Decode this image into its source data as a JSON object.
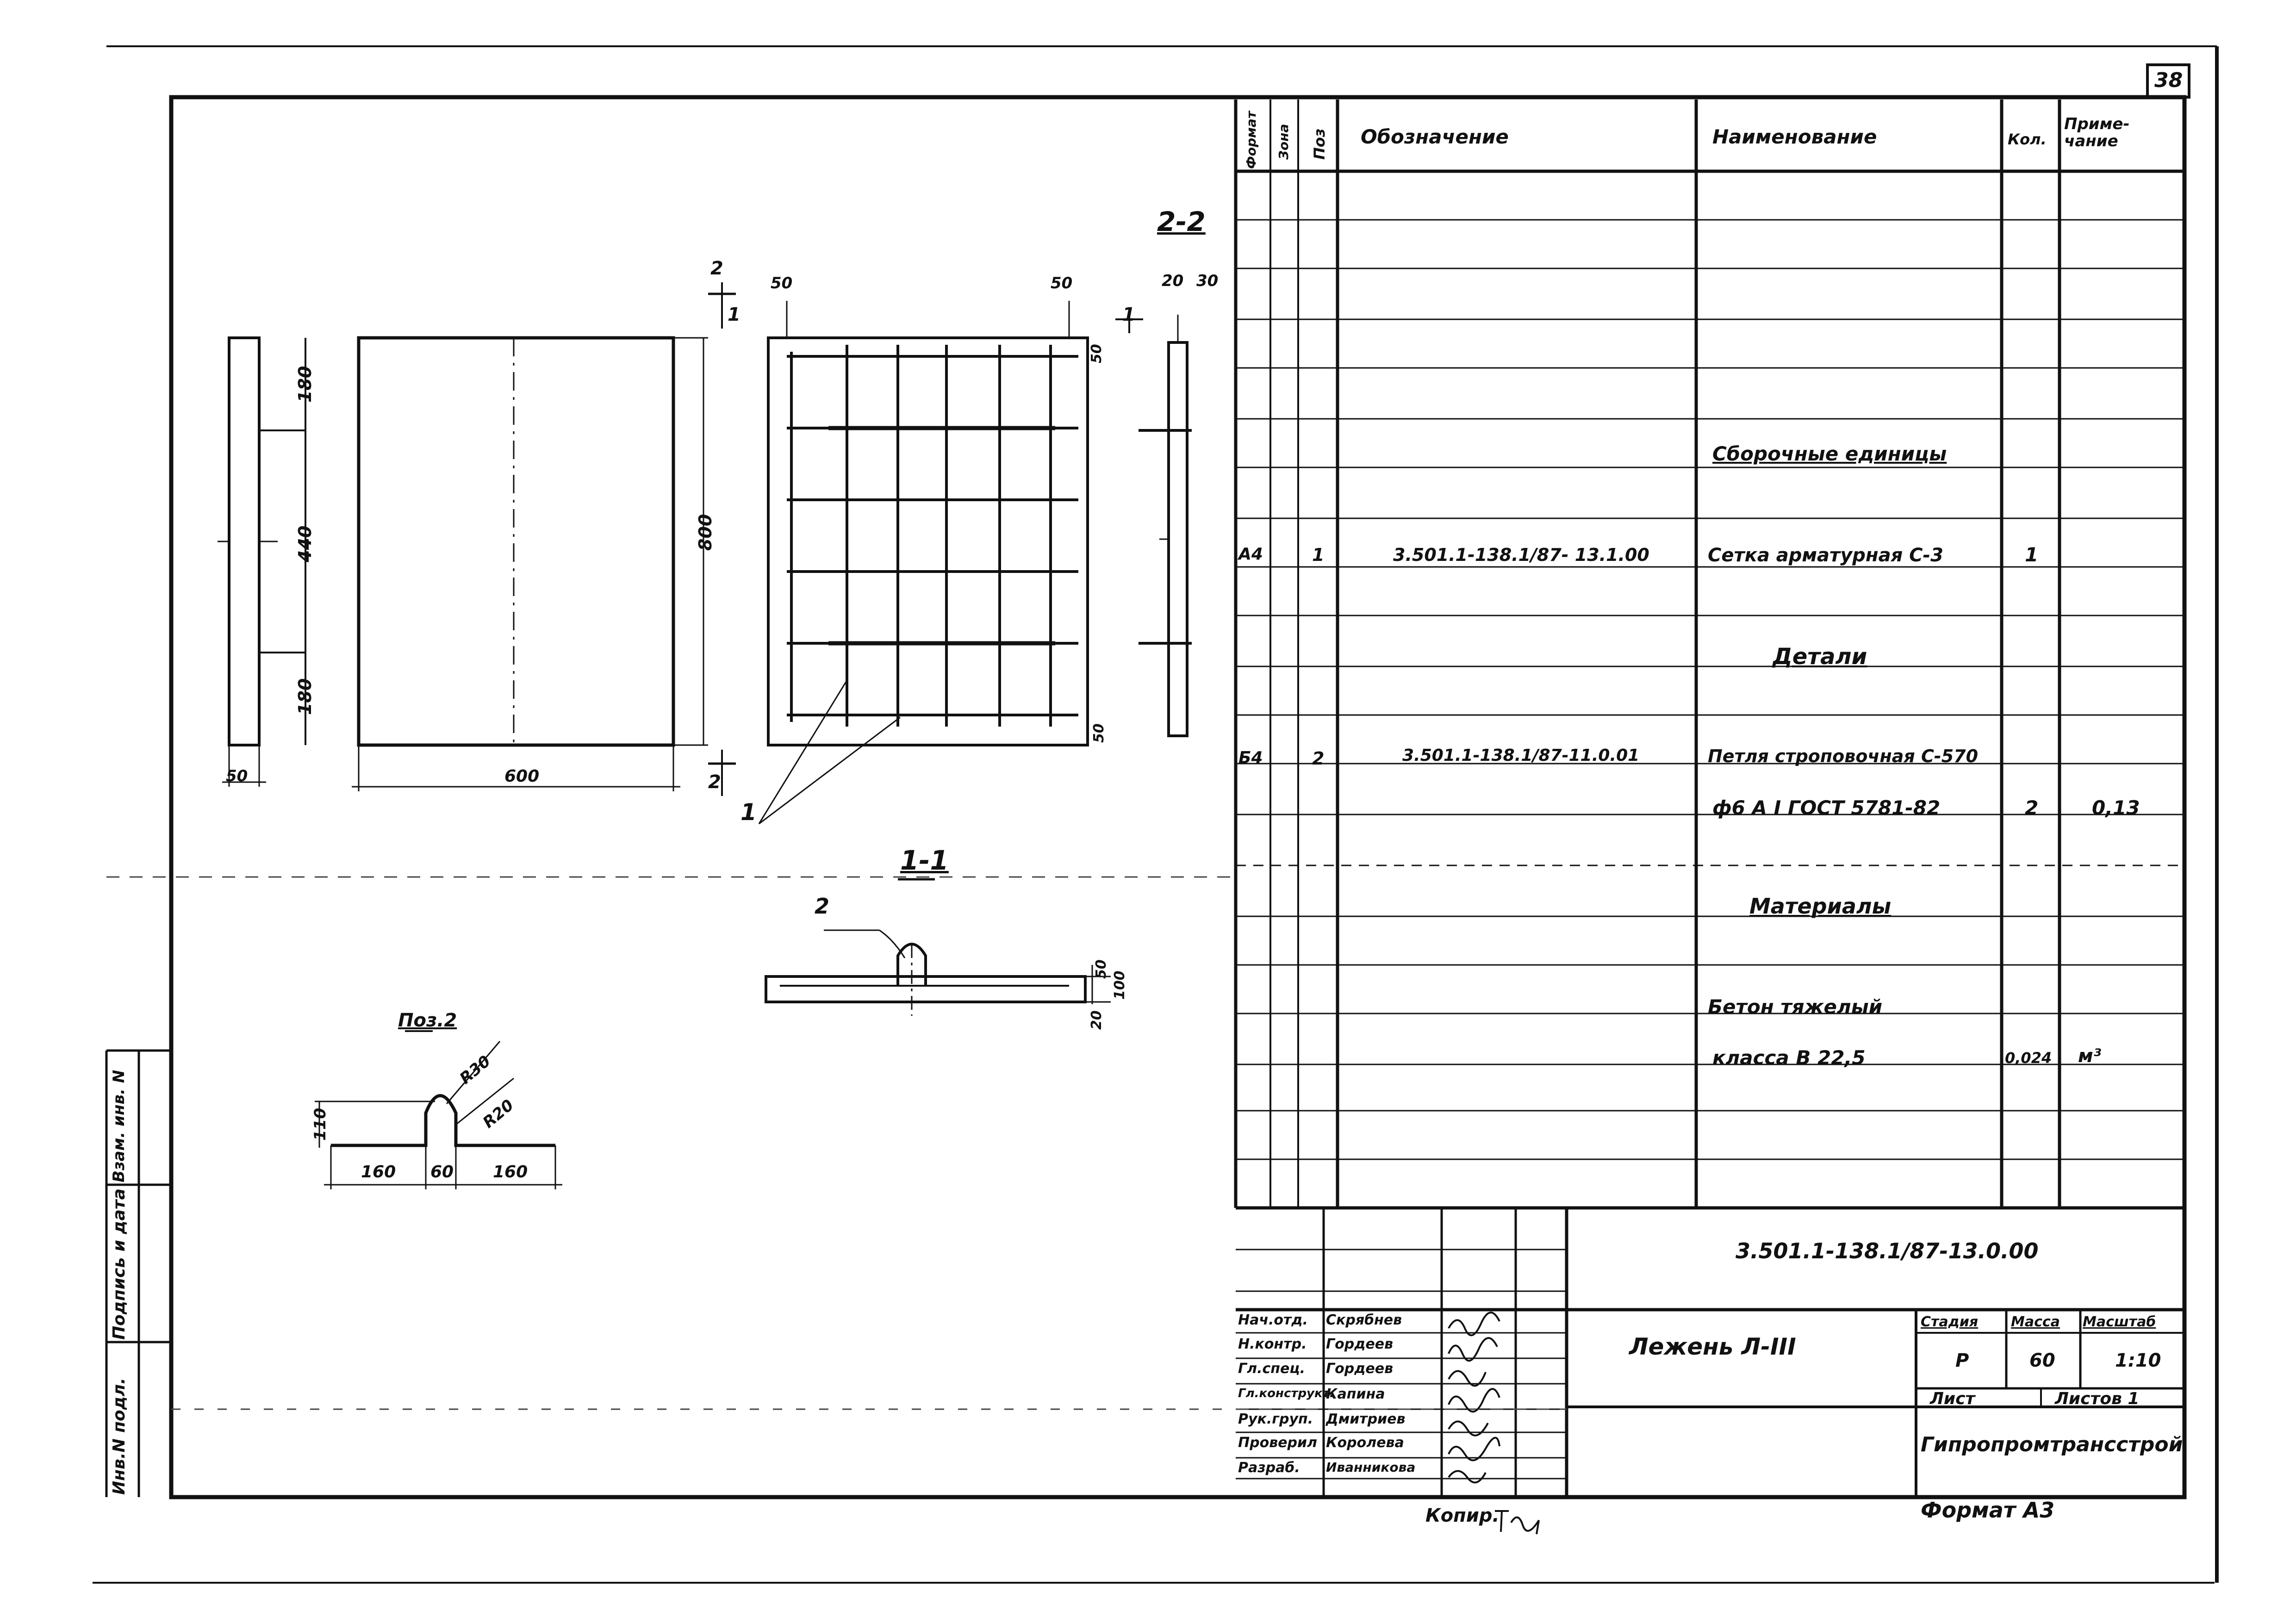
{
  "sheet_number": "38",
  "spec_table": {
    "headers": {
      "format": "Формат",
      "zone": "Зона",
      "pos": "Поз",
      "designation": "Обозначение",
      "name": "Наименование",
      "qty": "Кол.",
      "note": "Приме-\nчание"
    },
    "sections": {
      "assembly": "Сборочные единицы",
      "details": "Детали",
      "materials": "Материалы"
    },
    "rows": [
      {
        "format": "А4",
        "pos": "1",
        "designation": "3.501.1-138.1/87- 13.1.00",
        "name": "Сетка арматурная С-3",
        "qty": "1",
        "note": ""
      },
      {
        "format": "Б4",
        "pos": "2",
        "designation": "3.501.1-138.1/87-11.0.01",
        "name": "Петля строповочная С-570",
        "qty": "",
        "note": ""
      },
      {
        "format": "",
        "pos": "",
        "designation": "",
        "name": "ф6 А I ГОСТ 5781-82",
        "qty": "2",
        "note": "0,13"
      },
      {
        "format": "",
        "pos": "",
        "designation": "",
        "name": "Бетон тяжелый",
        "qty": "",
        "note": ""
      },
      {
        "format": "",
        "pos": "",
        "designation": "",
        "name": "класса В 22,5",
        "qty": "0,024",
        "note": "м³"
      }
    ]
  },
  "title_block": {
    "doc_code": "3.501.1-138.1/87-13.0.00",
    "title": "Лежень Л-III",
    "stage_label": "Стадия",
    "mass_label": "Масса",
    "scale_label": "Масштаб",
    "stage": "Р",
    "mass": "60",
    "scale": "1:10",
    "sheet_label": "Лист",
    "sheets_label": "Листов 1",
    "organization": "Гипропромтрансстрой",
    "signatures": [
      {
        "role": "Нач.отд.",
        "name": "Скрябнев"
      },
      {
        "role": "Н.контр.",
        "name": "Гордеев"
      },
      {
        "role": "Гл.спец.",
        "name": "Гордеев"
      },
      {
        "role": "Гл.конструкт.",
        "name": "Капина"
      },
      {
        "role": "Рук.груп.",
        "name": "Дмитриев"
      },
      {
        "role": "Проверил",
        "name": "Королева"
      },
      {
        "role": "Разраб.",
        "name": "Иванникова"
      }
    ]
  },
  "copied_label": "Копир.",
  "format_label": "Формат А3",
  "side_stamp": {
    "inv_no": "Инв.N подл.",
    "sign_date": "Подпись и дата",
    "replaces_inv": "Взам. инв. N"
  },
  "drawing": {
    "sections": {
      "s22": "2-2",
      "s11": "1-1"
    },
    "pos2_label": "Поз.2",
    "callout_mesh": "1",
    "callout_loop": "2",
    "dims": {
      "d180a": "180",
      "d440": "440",
      "d180b": "180",
      "d800": "800",
      "d600": "600",
      "d50": "50",
      "d50a": "50",
      "d50b": "50",
      "d50c": "50",
      "d50d": "50",
      "d20a": "20",
      "d30a": "30",
      "d50e": "50",
      "d100": "100",
      "d20b": "20",
      "d110": "110",
      "d160a": "160",
      "d60": "60",
      "d160b": "160",
      "dR30": "R30",
      "dR20": "R20"
    },
    "cut_marks": {
      "top_a": "2",
      "top_b": "1",
      "bottom_a": "2",
      "bottom_b": "1"
    }
  }
}
